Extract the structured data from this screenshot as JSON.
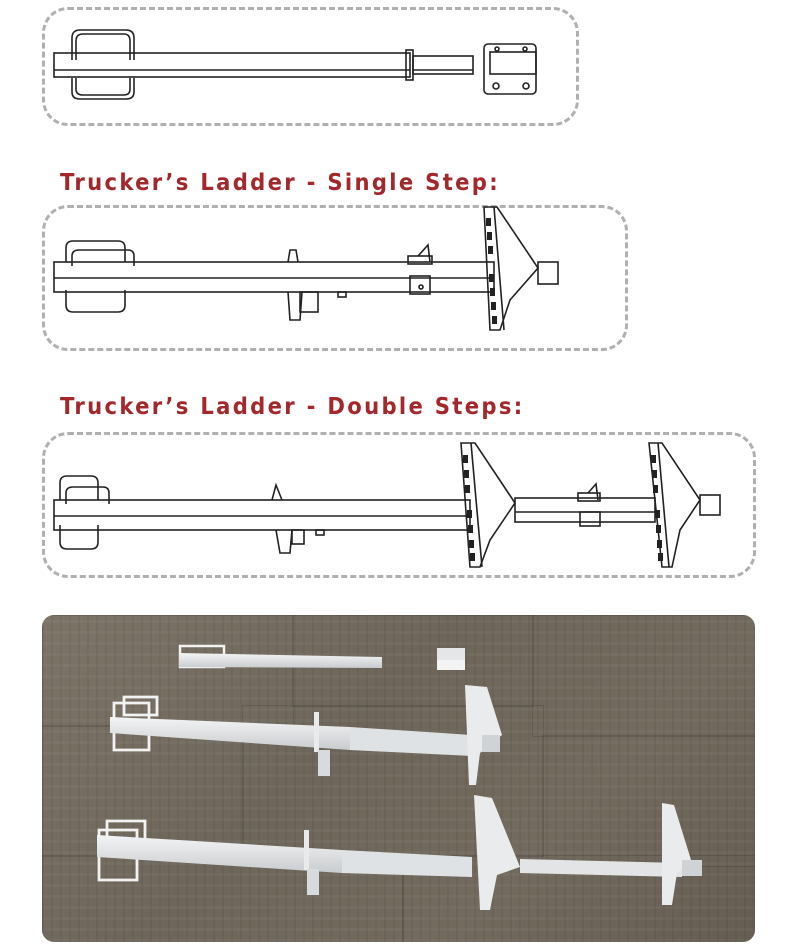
{
  "diagram": {
    "panels": [
      {
        "id": "base-kit",
        "heading": null,
        "description": "Ladder arm with square handle and mounting bracket"
      },
      {
        "id": "single-step",
        "heading": "Trucker’s Ladder - Single Step:",
        "description": "Ladder arm with one triangular perforated step"
      },
      {
        "id": "double-steps",
        "heading": "Trucker’s Ladder - Double Steps:",
        "description": "Ladder arm with two triangular perforated steps"
      }
    ],
    "photo": {
      "description": "Photo of the three ladder configurations on a grey carpet floor"
    }
  },
  "colors": {
    "heading_red": "#a3282b",
    "dashed_border": "#b0b0b0",
    "line_art": "#222222",
    "carpet": "#736a5e",
    "metal": "#e6e8ea"
  }
}
